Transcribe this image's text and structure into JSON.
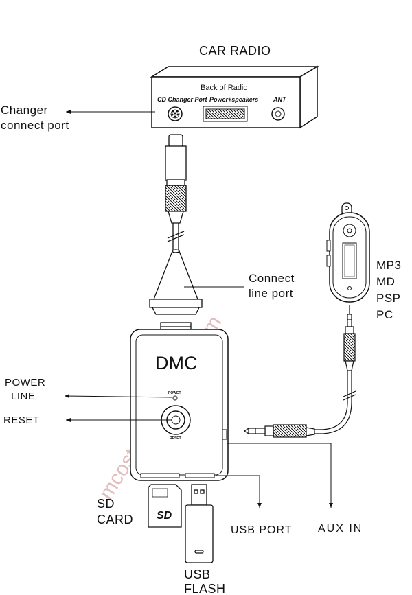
{
  "diagram": {
    "title": "CAR RADIO",
    "radio": {
      "caption": "Back of Radio",
      "ports": [
        "CD Changer Port",
        "Power+speakers",
        "ANT"
      ]
    },
    "labels": {
      "changer_port_1": "Changer",
      "changer_port_2": "connect port",
      "connect_line_1": "Connect",
      "connect_line_2": "line port",
      "devices": [
        "MP3",
        "MD",
        "PSP",
        "PC"
      ],
      "power_line_1": "POWER",
      "power_line_2": "LINE",
      "reset": "RESET",
      "usb_port": "USB PORT",
      "aux_in": "AUX IN",
      "sd_card_1": "SD",
      "sd_card_2": "CARD",
      "usb_flash_1": "USB",
      "usb_flash_2": "FLASH"
    },
    "device": {
      "brand": "DMC",
      "power_led": "POWER",
      "reset_button": "RESET",
      "sd_slot_logo": "SD"
    },
    "watermark": "mcosta.en.alibaba.com"
  }
}
